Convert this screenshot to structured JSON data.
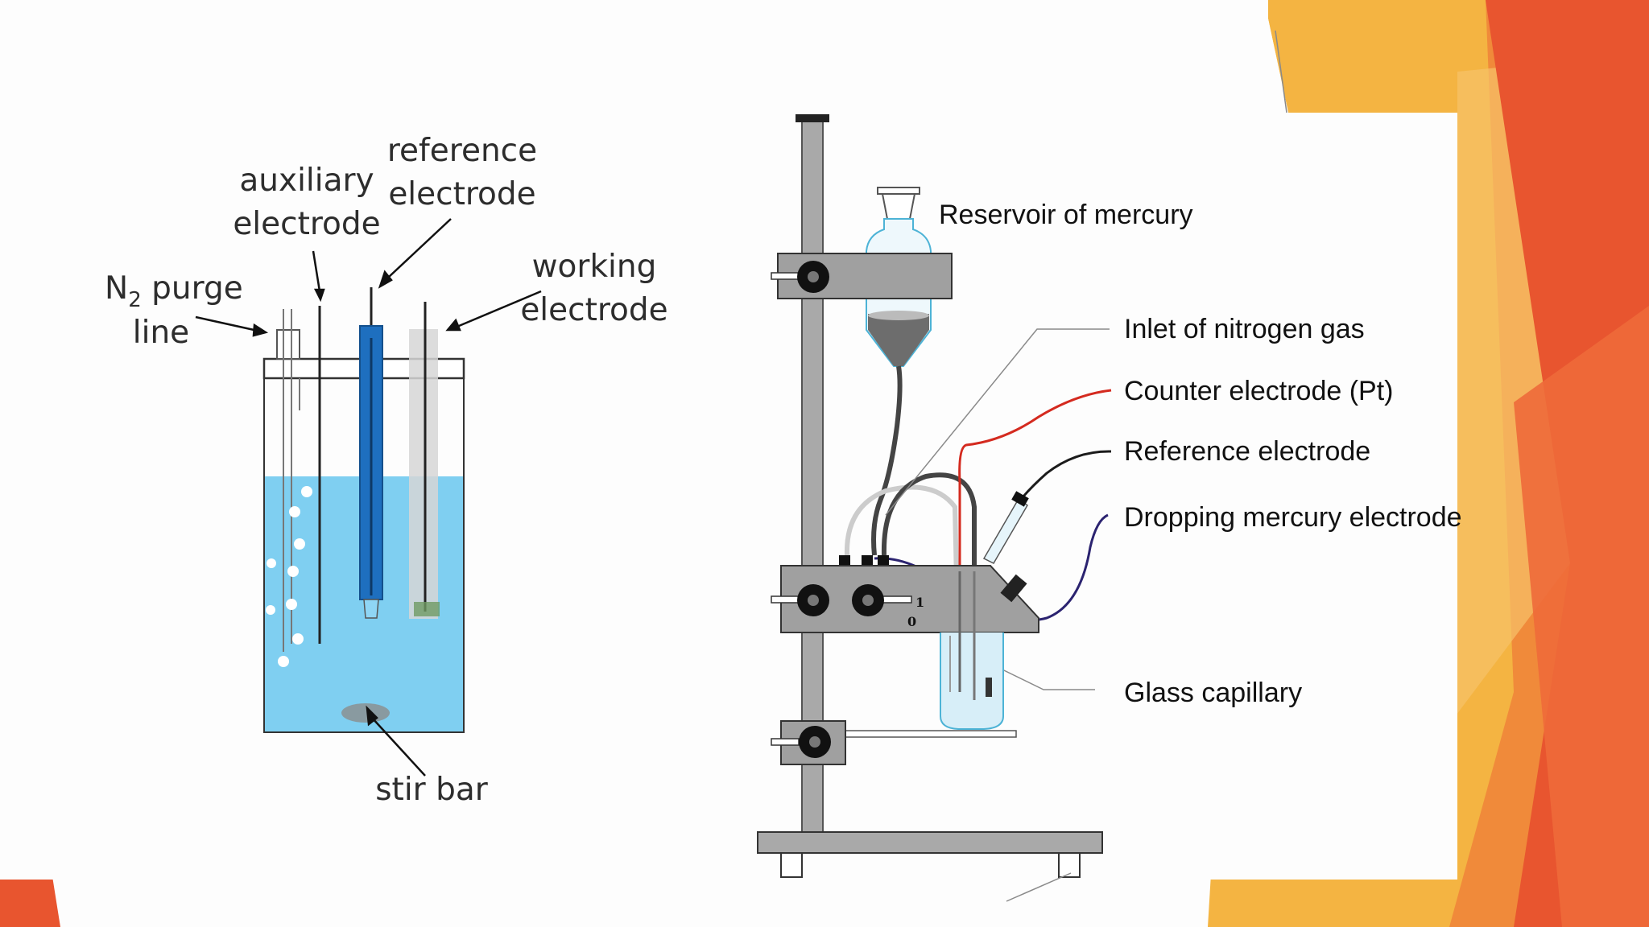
{
  "slide": {
    "background": "#fdfdfd",
    "accent_colors": [
      "#e8552f",
      "#f08a3a",
      "#f4b442",
      "#f7c26a",
      "#ee6a3a"
    ]
  },
  "left_diagram": {
    "labels": {
      "auxiliary_line1": "auxiliary",
      "auxiliary_line2": "electrode",
      "reference_line1": "reference",
      "reference_line2": "electrode",
      "working_line1": "working",
      "working_line2": "electrode",
      "n2_line1_main": "N",
      "n2_line1_sub": "2",
      "n2_line1_rest": " purge",
      "n2_line2": "line",
      "stir_bar": "stir bar"
    },
    "colors": {
      "solution": "#7fcff1",
      "reference_electrode": "#1e6fbf",
      "working_electrode": "#d6d6d6",
      "stir_bar": "#8c8c8c"
    }
  },
  "right_diagram": {
    "labels": {
      "reservoir": "Reservoir of mercury",
      "inlet": "Inlet of nitrogen gas",
      "counter": "Counter electrode (Pt)",
      "reference": "Reference electrode",
      "dropping": "Dropping mercury electrode",
      "capillary": "Glass capillary",
      "scale_one": "1",
      "scale_zero": "0"
    },
    "colors": {
      "counter_wire": "#d42a1f",
      "reference_wire": "#1b1b1b",
      "dropping_wire": "#2b2370",
      "clamp_gray": "#9a9a9a",
      "stand_gray": "#a9a9a9"
    }
  }
}
